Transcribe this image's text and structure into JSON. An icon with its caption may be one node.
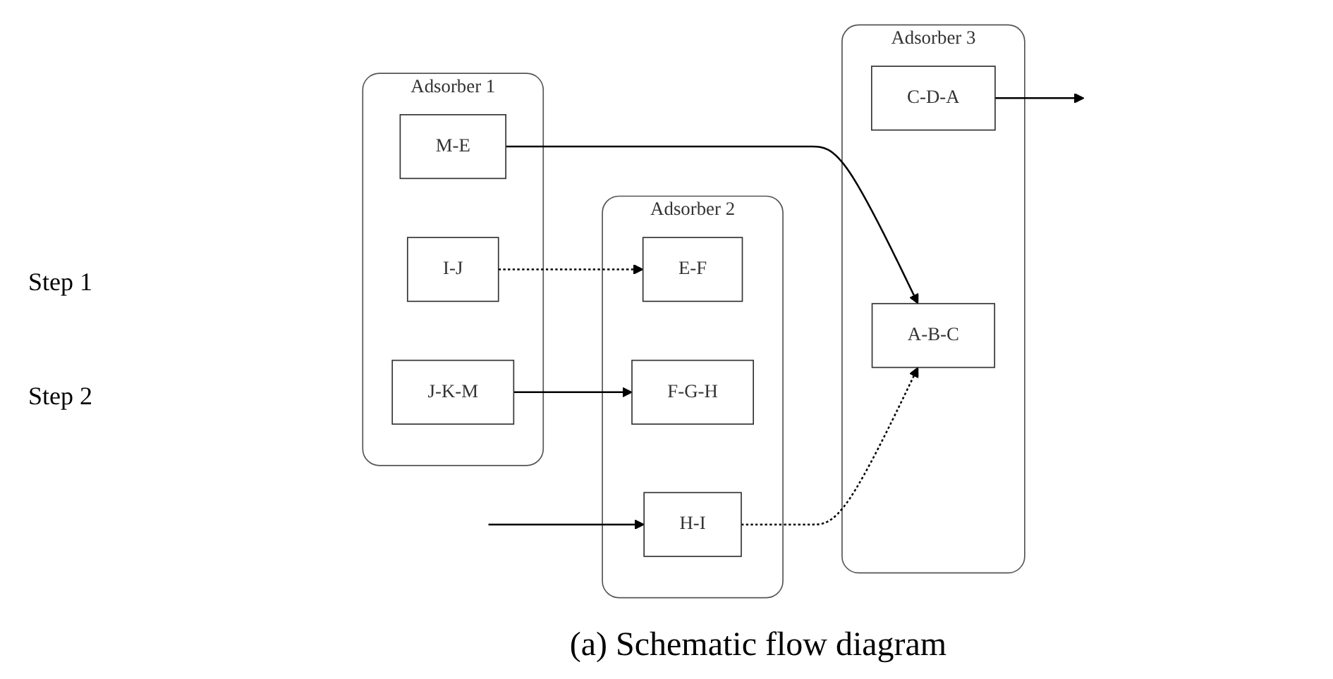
{
  "diagram": {
    "caption": "(a) Schematic flow diagram",
    "nodes": [
      {
        "text": [
          "Adsorber 2"
        ]
      },
      {
        "text": [
          "E-F"
        ],
        "in": 0
      },
      {
        "text": [
          "F-G-H"
        ],
        "in": 0
      },
      {
        "text": [
          "H-I"
        ],
        "in": 0
      },
      {
        "text": [
          "Adsorber 1"
        ]
      },
      {
        "text": [
          "I-J"
        ],
        "in": 4
      },
      {
        "text": [
          "J-K-M"
        ],
        "in": 4
      },
      {
        "text": [
          "M-E"
        ],
        "in": 4
      },
      {
        "text": [
          "Adsorber 3"
        ]
      },
      {
        "text": [
          "C-D-A"
        ],
        "in": 8
      },
      {
        "text": [
          "A-B-C"
        ],
        "in": 8
      }
    ],
    "edges": [
      {
        "from": 5,
        "to": 1,
        "arrow": "to",
        "style": "dashed"
      },
      {
        "from": 6,
        "to": 2,
        "arrow": "to"
      },
      {
        "from": null,
        "to": 3,
        "arrow": "to"
      },
      {
        "from": 7,
        "to": 10,
        "arrow": "to"
      },
      {
        "from": 3,
        "to": 10,
        "arrow": "to",
        "style": "dashed"
      },
      {
        "from": 9,
        "to": null,
        "arrow": "to"
      }
    ],
    "labels": [
      "Step 1",
      "Step 2"
    ]
  }
}
